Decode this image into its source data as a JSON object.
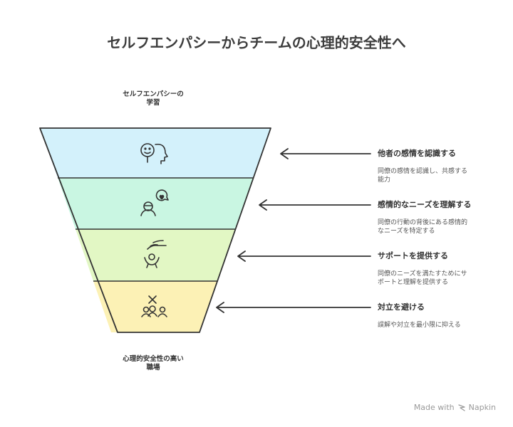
{
  "title": "セルフエンパシーからチームの心理的安全性へ",
  "top_label": "セルフエンパシーの\n学習",
  "bottom_label": "心理的安全性の高い\n職場",
  "stages": [
    {
      "title": "他者の感情を認識する",
      "desc": "同僚の感情を認識し、共感する\n能力",
      "color": "#d3f1fb",
      "icon": "person-head-icon"
    },
    {
      "title": "感情的なニーズを理解する",
      "desc": "同僚の行動の背後にある感情的\nなニーズを特定する",
      "color": "#c9f6e2",
      "icon": "heart-speech-icon"
    },
    {
      "title": "サポートを提供する",
      "desc": "同僚のニーズを満たすためにサ\nポートと理解を提供する",
      "color": "#e2f7c4",
      "icon": "helping-hand-icon"
    },
    {
      "title": "対立を避ける",
      "desc": "誤解や対立を最小限に抑える",
      "color": "#fcf1b5",
      "icon": "no-conflict-icon"
    }
  ],
  "footer": {
    "made_with": "Made with",
    "brand": "Napkin"
  }
}
